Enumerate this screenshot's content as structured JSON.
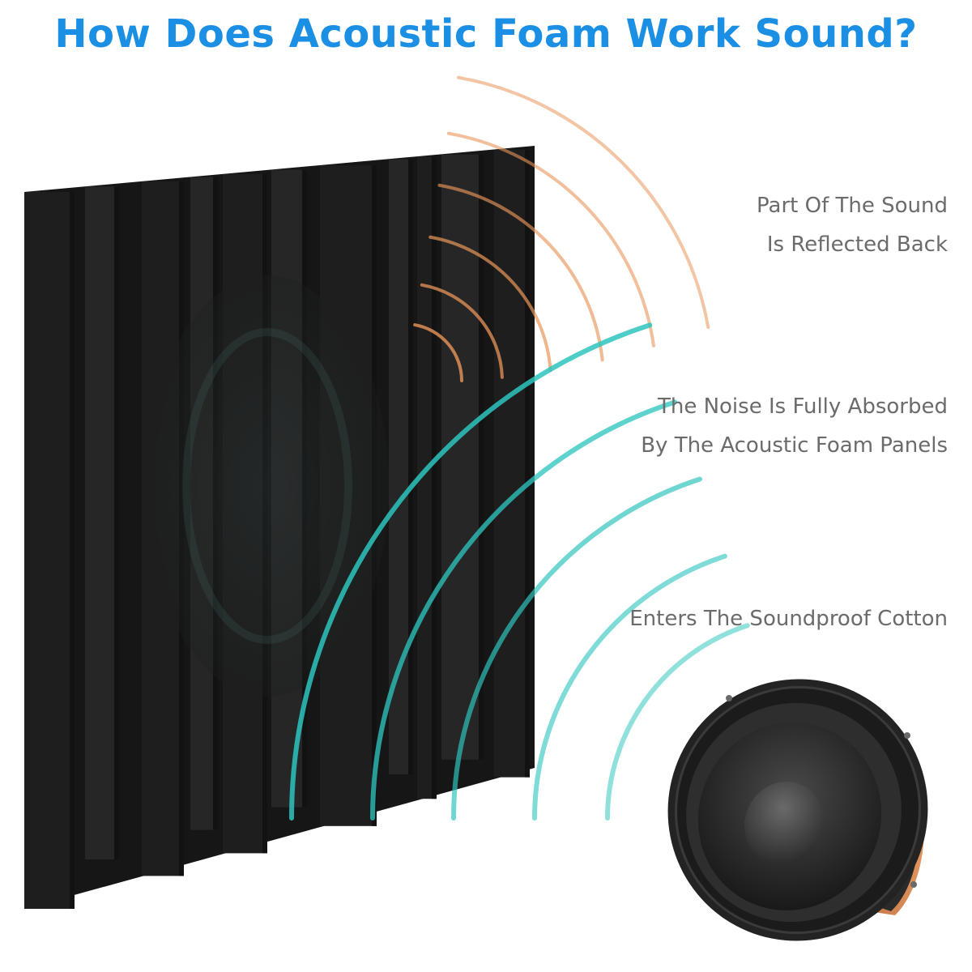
{
  "title": "How Does Acoustic Foam Work Sound?",
  "colors": {
    "title": "#1a8fe3",
    "reflected_wave": "#e8955a",
    "absorbed_wave": "#2ec4bd",
    "foam": "#1f1f1f",
    "caption_text": "#6b6b6b"
  },
  "captions": {
    "reflected": {
      "line1": "Part Of The Sound",
      "line2": "Is Reflected Back"
    },
    "absorbed": {
      "line1": "The Noise Is Fully Absorbed",
      "line2": "By The Acoustic Foam Panels"
    },
    "enters": {
      "line1": "Enters The Soundproof Cotton"
    }
  },
  "illustration": {
    "foam_panel_icon": "acoustic-foam-panel",
    "speaker_icon": "loudspeaker-woofer"
  }
}
